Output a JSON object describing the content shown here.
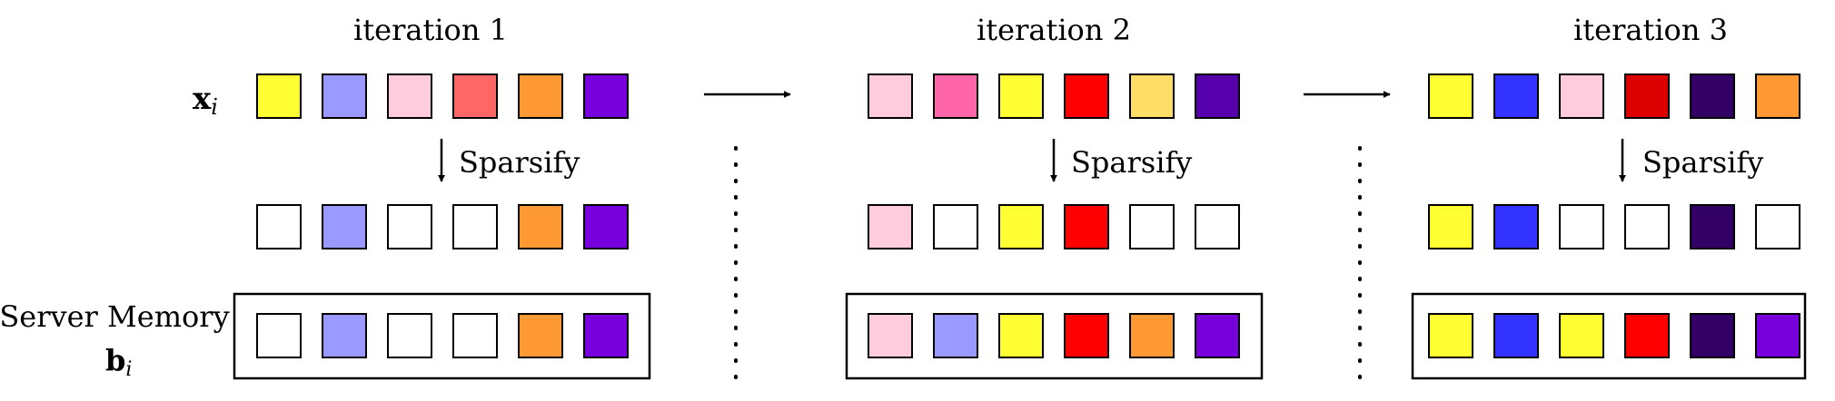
{
  "labels": {
    "row_x": "x",
    "row_x_sub": "i",
    "memory_line1": "Server Memory",
    "memory_b": "b",
    "memory_b_sub": "i",
    "sparsify": "Sparsify"
  },
  "iterations": [
    {
      "title": "iteration 1",
      "x": [
        "#ffff33",
        "#9999ff",
        "#ffccdd",
        "#ff6666",
        "#ff9933",
        "#7700dd"
      ],
      "sparse": [
        "#ffffff",
        "#9999ff",
        "#ffffff",
        "#ffffff",
        "#ff9933",
        "#7700dd"
      ],
      "memory": [
        "#ffffff",
        "#9999ff",
        "#ffffff",
        "#ffffff",
        "#ff9933",
        "#7700dd"
      ]
    },
    {
      "title": "iteration 2",
      "x": [
        "#ffccdd",
        "#ff66aa",
        "#ffff33",
        "#ff0000",
        "#ffdd66",
        "#5500aa"
      ],
      "sparse": [
        "#ffccdd",
        "#ffffff",
        "#ffff33",
        "#ff0000",
        "#ffffff",
        "#ffffff"
      ],
      "memory": [
        "#ffccdd",
        "#9999ff",
        "#ffff33",
        "#ff0000",
        "#ff9933",
        "#7700dd"
      ]
    },
    {
      "title": "iteration 3",
      "x": [
        "#ffff33",
        "#3333ff",
        "#ffccdd",
        "#dd0000",
        "#330066",
        "#ff9933"
      ],
      "sparse": [
        "#ffff33",
        "#3333ff",
        "#ffffff",
        "#ffffff",
        "#330066",
        "#ffffff"
      ],
      "memory": [
        "#ffff33",
        "#3333ff",
        "#ffff33",
        "#ff0000",
        "#330066",
        "#7700dd"
      ]
    }
  ]
}
